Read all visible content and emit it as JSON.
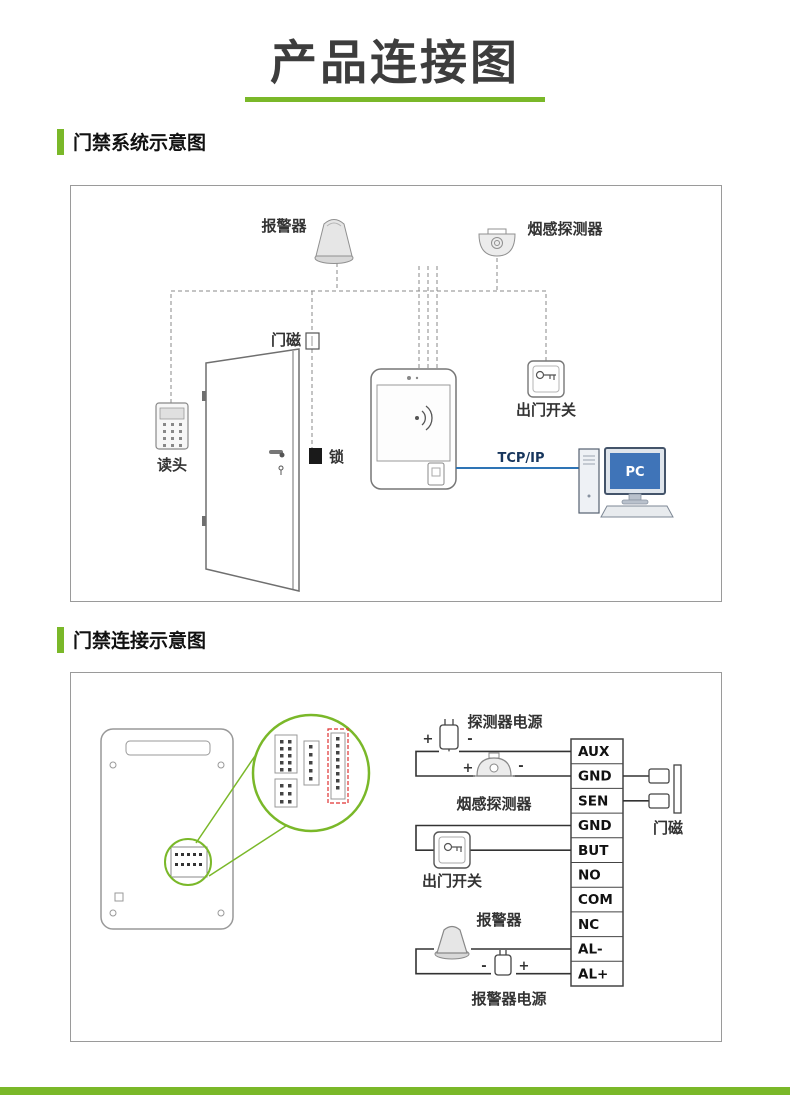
{
  "page": {
    "title": "产品连接图"
  },
  "colors": {
    "accent_green": "#7ab829",
    "tcpip_blue": "#2e74b5",
    "screen_blue": "#3f74b8",
    "highlight_red": "#e03131"
  },
  "section1": {
    "label": "门禁系统示意图",
    "diagram": {
      "alarm": "报警器",
      "smoke_detector": "烟感探测器",
      "door_magnet": "门磁",
      "reader": "读头",
      "lock": "锁",
      "exit_switch": "出门开关",
      "tcpip": "TCP/IP",
      "pc": "PC"
    }
  },
  "section2": {
    "label": "门禁连接示意图",
    "diagram": {
      "detector_power": "探测器电源",
      "smoke_detector": "烟感探测器",
      "exit_switch": "出门开关",
      "alarm": "报警器",
      "alarm_power": "报警器电源",
      "door_magnet": "门磁",
      "plus": "+",
      "minus": "-",
      "terminals": [
        "AUX",
        "GND",
        "SEN",
        "GND",
        "BUT",
        "NO",
        "COM",
        "NC",
        "AL-",
        "AL+"
      ]
    }
  }
}
